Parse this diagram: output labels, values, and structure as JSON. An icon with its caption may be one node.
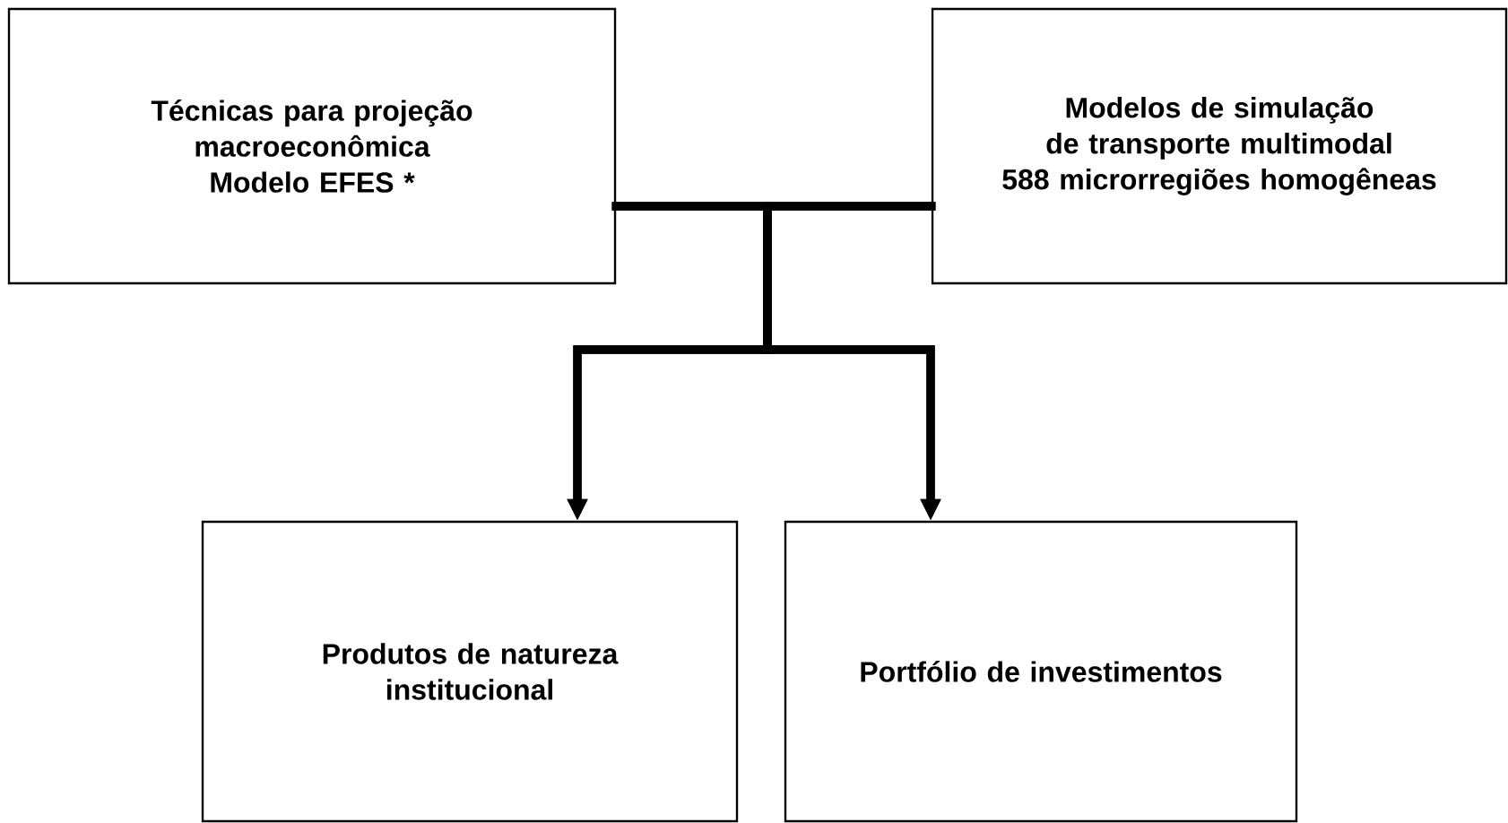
{
  "diagram": {
    "nodes": [
      {
        "text": [
          "Técnicas para projeção macroeconômica",
          "Modelo EFES *"
        ]
      },
      {
        "text": [
          "Modelos de simulação de transporte multimodal",
          "588 microrregiões homogêneas"
        ]
      },
      {
        "text": [
          "Produtos de natureza institucional"
        ]
      },
      {
        "text": [
          "Portfólio de investimentos"
        ]
      }
    ],
    "edges": [
      {
        "from": 0,
        "to": 2,
        "arrow": "to"
      },
      {
        "from": 0,
        "to": 3,
        "arrow": "to"
      },
      {
        "from": 1,
        "to": 2,
        "arrow": "to"
      },
      {
        "from": 1,
        "to": 3,
        "arrow": "to"
      }
    ]
  }
}
